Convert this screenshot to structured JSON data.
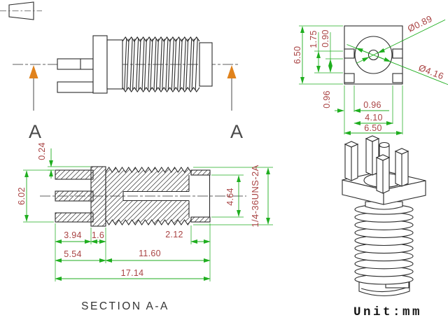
{
  "captions": {
    "section": "SECTION A-A",
    "unit": "Unit:mm"
  },
  "side_view": {
    "marker_left": "A",
    "marker_right": "A"
  },
  "flange_view": {
    "overall_height": "6.50",
    "pin_offset_a": "1.75",
    "pin_offset_b": "0.90",
    "pin_size_side": "0.96",
    "pin_size_bottom": "0.96",
    "pin_spacing": "4.10",
    "overall_width": "6.50",
    "center_pin_dia": "Ø0.89",
    "recess_dia": "Ø4.16"
  },
  "section_view": {
    "flange_step": "0.24",
    "slot_height": "6.02",
    "leg_length": "3.94",
    "neck_length": "1.6",
    "socket_depth": "2.12",
    "front_length": "5.54",
    "rear_length": "11.60",
    "overall_length": "17.14",
    "socket_bore": "4.64",
    "thread_spec": "1/4-36UNS-2A"
  },
  "colors": {
    "outline": "#2b2b2b",
    "dimension_line": "#1fae1f",
    "dimension_text": "#a94444",
    "section_arrow": "#e0821c",
    "background": "#ffffff"
  }
}
